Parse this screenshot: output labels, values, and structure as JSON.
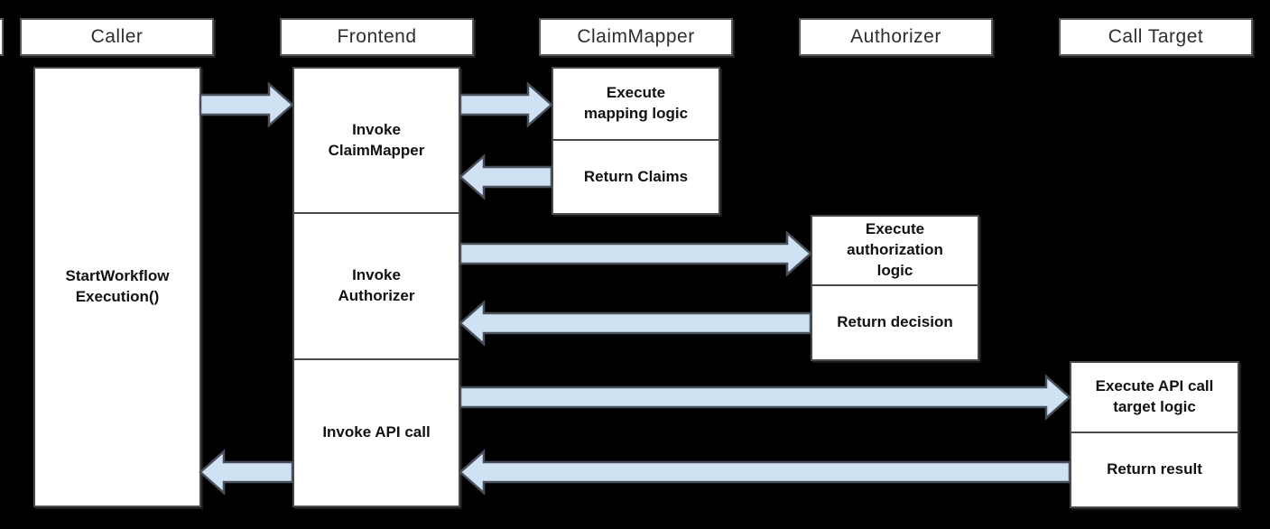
{
  "lanes": [
    {
      "id": "caller",
      "title": "Caller"
    },
    {
      "id": "frontend",
      "title": "Frontend"
    },
    {
      "id": "claim_mapper",
      "title": "ClaimMapper"
    },
    {
      "id": "authorizer",
      "title": "Authorizer"
    },
    {
      "id": "call_target",
      "title": "Call Target"
    }
  ],
  "boxes": {
    "caller": {
      "label": "StartWorkflow\nExecution()"
    },
    "frontend": {
      "invoke_claim_mapper": "Invoke\nClaimMapper",
      "invoke_authorizer": "Invoke\nAuthorizer",
      "invoke_api_call": "Invoke API call"
    },
    "claim_mapper": {
      "execute": "Execute\nmapping logic",
      "return": "Return Claims"
    },
    "authorizer": {
      "execute": "Execute\nauthorization\nlogic",
      "return": "Return decision"
    },
    "call_target": {
      "execute": "Execute API call\ntarget logic",
      "return": "Return result"
    }
  },
  "arrows": [
    {
      "name": "arrow-caller-to-frontend",
      "from": "Caller",
      "to": "Frontend",
      "direction": "right"
    },
    {
      "name": "arrow-frontend-to-claimmapper",
      "from": "Frontend",
      "to": "ClaimMapper",
      "direction": "right"
    },
    {
      "name": "arrow-claimmapper-return-to-frontend",
      "from": "ClaimMapper",
      "to": "Frontend",
      "direction": "left"
    },
    {
      "name": "arrow-frontend-to-authorizer",
      "from": "Frontend",
      "to": "Authorizer",
      "direction": "right"
    },
    {
      "name": "arrow-authorizer-return-to-frontend",
      "from": "Authorizer",
      "to": "Frontend",
      "direction": "left"
    },
    {
      "name": "arrow-frontend-to-calltarget",
      "from": "Frontend",
      "to": "Call Target",
      "direction": "right"
    },
    {
      "name": "arrow-calltarget-return-to-frontend",
      "from": "Call Target",
      "to": "Frontend",
      "direction": "left"
    },
    {
      "name": "arrow-frontend-return-to-caller",
      "from": "Frontend",
      "to": "Caller",
      "direction": "left"
    }
  ],
  "colors": {
    "background": "#000000",
    "box_fill": "#ffffff",
    "box_border": "#4a4a4a",
    "header_border": "#595959",
    "arrow_fill": "#cfe2f3",
    "arrow_stroke": "#49505c",
    "text": "#121212"
  }
}
